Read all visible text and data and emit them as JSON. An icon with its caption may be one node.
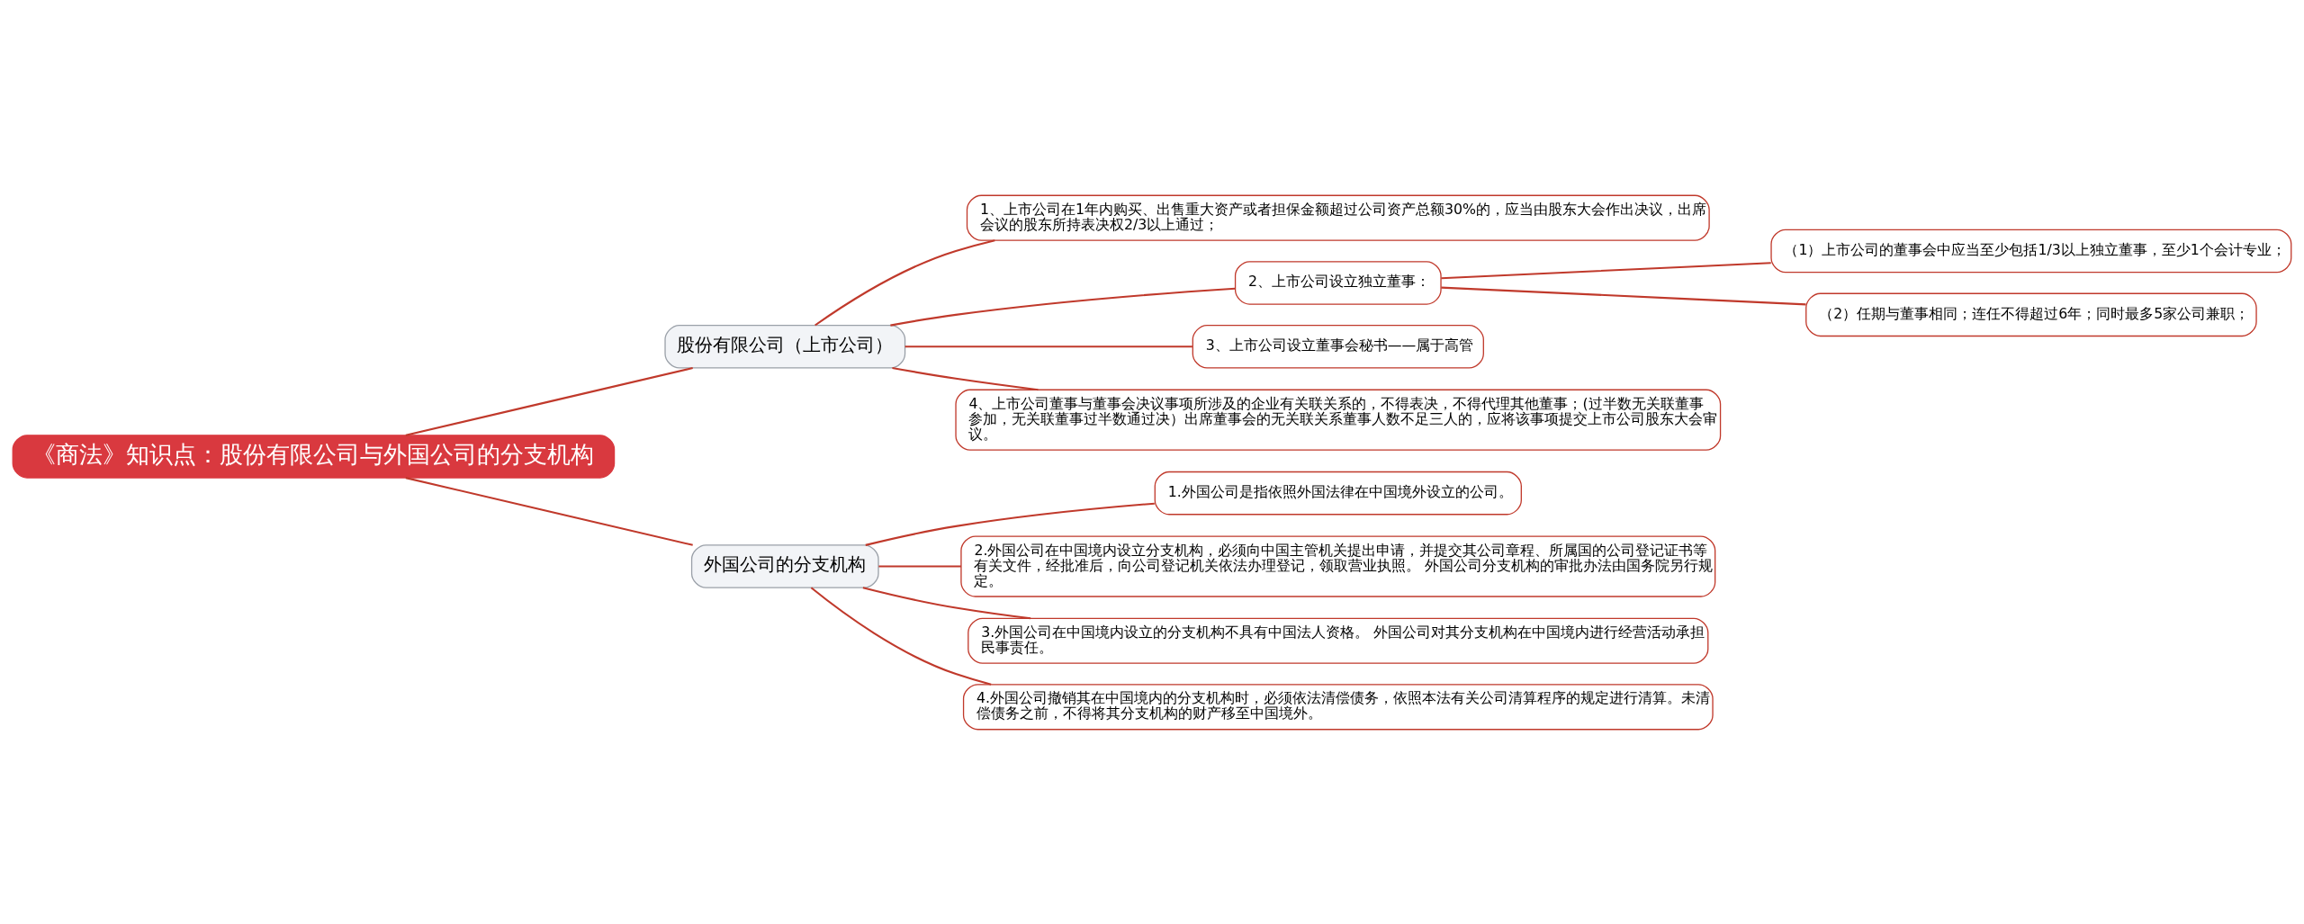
{
  "diagram": {
    "nodes": [
      {
        "text": [
          "《商法》知识点：股份有限公司与外国公司的分支机构"
        ]
      },
      {
        "text": [
          "股份有限公司（上市公司）"
        ]
      },
      {
        "text": [
          "1、上市公司在1年内购买、出售重大资产或者担保金额超过公司资产总额30%的，应当由股东大会作出决议，出席会议的股东所持表决权2/3以上通过；"
        ]
      },
      {
        "text": [
          "2、上市公司设立独立董事："
        ]
      },
      {
        "text": [
          "（1）上市公司的董事会中应当至少包括1/3以上独立董事，至少1个会计专业；"
        ]
      },
      {
        "text": [
          "（2）任期与董事相同；连任不得超过6年；同时最多5家公司兼职；"
        ]
      },
      {
        "text": [
          "3、上市公司设立董事会秘书——属于高管"
        ]
      },
      {
        "text": [
          "4、上市公司董事与董事会决议事项所涉及的企业有关联关系的，不得表决，不得代理其他董事；(过半数无关联董事参加，无关联董事过半数通过决）出席董事会的无关联关系董事人数不足三人的，应将该事项提交上市公司股东大会审议。"
        ]
      },
      {
        "text": [
          "外国公司的分支机构"
        ]
      },
      {
        "text": [
          "1.外国公司是指依照外国法律在中国境外设立的公司。"
        ]
      },
      {
        "text": [
          "2.外国公司在中国境内设立分支机构，必须向中国主管机关提出申请，并提交其公司章程、所属国的公司登记证书等有关文件，经批准后，向公司登记机关依法办理登记，领取营业执照。 外国公司分支机构的审批办法由国务院另行规定。"
        ]
      },
      {
        "text": [
          "3.外国公司在中国境内设立的分支机构不具有中国法人资格。 外国公司对其分支机构在中国境内进行经营活动承担民事责任。"
        ]
      },
      {
        "text": [
          "4.外国公司撤销其在中国境内的分支机构时，必须依法清偿债务，依照本法有关公司清算程序的规定进行清算。未清偿债务之前，不得将其分支机构的财产移至中国境外。"
        ]
      }
    ],
    "edges": [
      {
        "from": 0,
        "to": 1,
        "arrow": "none"
      },
      {
        "from": 0,
        "to": 8,
        "arrow": "none"
      },
      {
        "from": 1,
        "to": 2,
        "arrow": "none"
      },
      {
        "from": 1,
        "to": 3,
        "arrow": "none"
      },
      {
        "from": 3,
        "to": 4,
        "arrow": "none"
      },
      {
        "from": 3,
        "to": 5,
        "arrow": "none"
      },
      {
        "from": 1,
        "to": 6,
        "arrow": "none"
      },
      {
        "from": 1,
        "to": 7,
        "arrow": "none"
      },
      {
        "from": 8,
        "to": 9,
        "arrow": "none"
      },
      {
        "from": 8,
        "to": 10,
        "arrow": "none"
      },
      {
        "from": 8,
        "to": 11,
        "arrow": "none"
      },
      {
        "from": 8,
        "to": 12,
        "arrow": "none"
      }
    ]
  }
}
